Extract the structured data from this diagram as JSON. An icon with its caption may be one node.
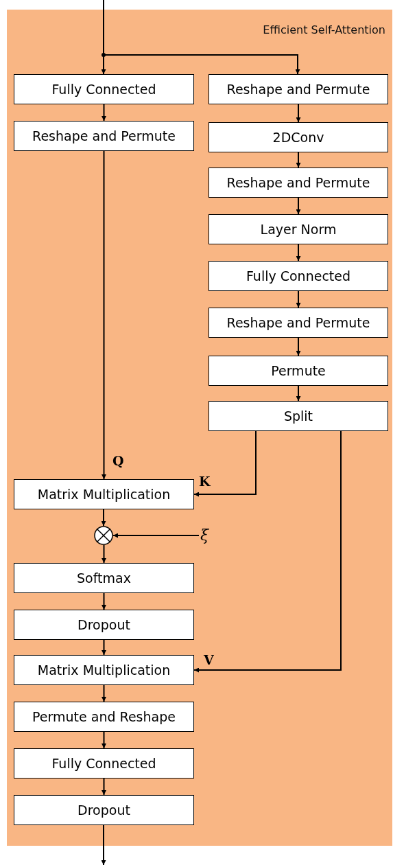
{
  "diagram": {
    "nodes": [
      {
        "text": [
          "Efficient Self-Attention"
        ]
      },
      {
        "text": [
          "Fully Connected"
        ],
        "in": 0
      },
      {
        "text": [
          "Reshape and Permute"
        ],
        "in": 0
      },
      {
        "text": [
          "Reshape and Permute"
        ],
        "in": 0
      },
      {
        "text": [
          "2DConv"
        ],
        "in": 0
      },
      {
        "text": [
          "Reshape and Permute"
        ],
        "in": 0
      },
      {
        "text": [
          "Layer Norm"
        ],
        "in": 0
      },
      {
        "text": [
          "Fully Connected"
        ],
        "in": 0
      },
      {
        "text": [
          "Reshape and Permute"
        ],
        "in": 0
      },
      {
        "text": [
          "Permute"
        ],
        "in": 0
      },
      {
        "text": [
          "Split"
        ],
        "in": 0
      },
      {
        "text": [
          "Matrix Multiplication"
        ],
        "in": 0
      },
      {
        "text": [],
        "shape": "circle",
        "in": 0
      },
      {
        "text": [
          "ξ"
        ],
        "in": 0
      },
      {
        "text": [
          "Softmax"
        ],
        "in": 0
      },
      {
        "text": [
          "Dropout"
        ],
        "in": 0
      },
      {
        "text": [
          "Matrix Multiplication"
        ],
        "in": 0
      },
      {
        "text": [
          "Permute and Reshape"
        ],
        "in": 0
      },
      {
        "text": [
          "Fully Connected"
        ],
        "in": 0
      },
      {
        "text": [
          "Dropout"
        ],
        "in": 0
      }
    ],
    "edges": [
      {
        "from": null,
        "to": 1,
        "arrow": "to"
      },
      {
        "from": null,
        "to": 3,
        "arrow": "to"
      },
      {
        "from": 1,
        "to": 2,
        "arrow": "to"
      },
      {
        "from": 2,
        "to": 11,
        "arrow": "to",
        "label": "Q"
      },
      {
        "from": 3,
        "to": 4,
        "arrow": "to"
      },
      {
        "from": 4,
        "to": 5,
        "arrow": "to"
      },
      {
        "from": 5,
        "to": 6,
        "arrow": "to"
      },
      {
        "from": 6,
        "to": 7,
        "arrow": "to"
      },
      {
        "from": 7,
        "to": 8,
        "arrow": "to"
      },
      {
        "from": 8,
        "to": 9,
        "arrow": "to"
      },
      {
        "from": 9,
        "to": 10,
        "arrow": "to"
      },
      {
        "from": 10,
        "to": 11,
        "arrow": "to",
        "label": "K"
      },
      {
        "from": 11,
        "to": 12,
        "arrow": "to"
      },
      {
        "from": 13,
        "to": 12,
        "arrow": "to"
      },
      {
        "from": 12,
        "to": 14,
        "arrow": "to"
      },
      {
        "from": 14,
        "to": 15,
        "arrow": "to"
      },
      {
        "from": 15,
        "to": 16,
        "arrow": "to"
      },
      {
        "from": 10,
        "to": 16,
        "arrow": "to",
        "label": "V"
      },
      {
        "from": 16,
        "to": 17,
        "arrow": "to"
      },
      {
        "from": 17,
        "to": 18,
        "arrow": "to"
      },
      {
        "from": 18,
        "to": 19,
        "arrow": "to"
      },
      {
        "from": 19,
        "to": null,
        "arrow": "to"
      }
    ]
  }
}
